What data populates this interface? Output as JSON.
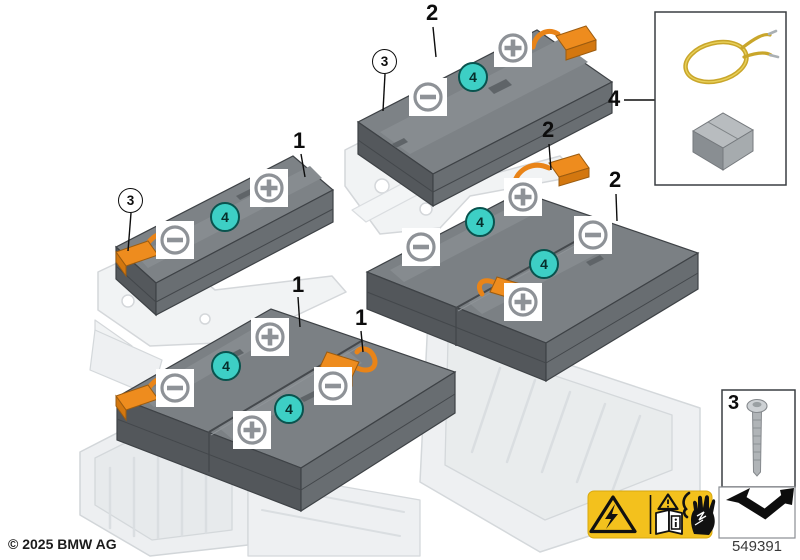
{
  "callouts": {
    "item1": "1",
    "item2": "2",
    "item3": "3",
    "item4": "4"
  },
  "markers": {
    "module_marker": "4"
  },
  "legend": {
    "kit_box_label": "4",
    "screw_box_label": "3"
  },
  "footer": {
    "copyright": "© 2025 BMW AG",
    "part_number": "549391"
  },
  "colors": {
    "marker_teal": "#3DCFC5",
    "connector_orange": "#EE8C1E",
    "warning_yellow": "#F3C11D",
    "module_gray_top": "#7B8084",
    "module_gray_front": "#54585C",
    "housing_gray": "#EEF0F2"
  },
  "icons": {
    "plus_terminal": "plus-terminal",
    "minus_terminal": "minus-terminal",
    "module_number_marker": "circled-4",
    "screw_callout": "circled-3",
    "high_voltage_warning": "triangle-lightning",
    "read_documentation": "manual-book-info",
    "shock_hazard": "hand-electric-shock",
    "direction_reference": "bent-arrow"
  }
}
